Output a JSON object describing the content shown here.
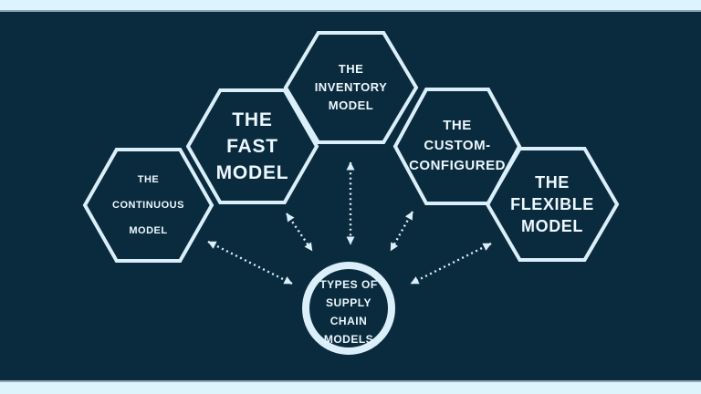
{
  "diagram": {
    "title": "Types of supply chain models diagram",
    "colors": {
      "background": "#0a2b3d",
      "band": "#def4fd",
      "band_line": "#8ea6b8",
      "shape_stroke": "#dbeffb",
      "text": "#ecf7fe"
    },
    "center": {
      "id": "center",
      "label_lines": [
        "TYPES OF",
        "SUPPLY",
        "CHAIN",
        "MODELS"
      ]
    },
    "nodes": [
      {
        "id": "continuous",
        "label_lines": [
          "THE",
          "CONTINUOUS",
          "MODEL"
        ]
      },
      {
        "id": "fast",
        "label_lines": [
          "THE",
          "FAST",
          "MODEL"
        ]
      },
      {
        "id": "inventory",
        "label_lines": [
          "THE",
          "INVENTORY",
          "MODEL"
        ]
      },
      {
        "id": "custom-configured",
        "label_lines": [
          "THE",
          "CUSTOM-",
          "CONFIGURED"
        ]
      },
      {
        "id": "flexible",
        "label_lines": [
          "THE",
          "FLEXIBLE",
          "MODEL"
        ]
      }
    ],
    "edges": [
      {
        "from": "continuous",
        "to": "center",
        "style": "dotted-double-arrow"
      },
      {
        "from": "fast",
        "to": "center",
        "style": "dotted-double-arrow"
      },
      {
        "from": "inventory",
        "to": "center",
        "style": "dotted-double-arrow"
      },
      {
        "from": "custom-configured",
        "to": "center",
        "style": "dotted-double-arrow"
      },
      {
        "from": "flexible",
        "to": "center",
        "style": "dotted-double-arrow"
      }
    ]
  }
}
